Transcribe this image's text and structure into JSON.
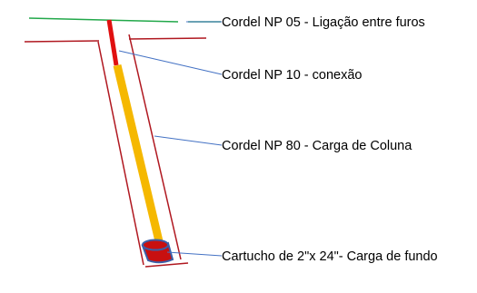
{
  "labels": {
    "detonating_cord_np05": "Cordel NP 05 - Ligação entre furos",
    "detonating_cord_np10": "Cordel NP 10 - conexão",
    "detonating_cord_np80": "Cordel NP 80 - Carga de Coluna",
    "bottom_cartridge": "Cartucho de 2\"x 24\"- Carga de fundo"
  },
  "colors": {
    "surface_cord": "#22a84a",
    "borehole_wall": "#b01820",
    "connection_cord": "#e01010",
    "column_charge": "#f5b800",
    "cartridge_outline": "#3a5fa8",
    "cartridge_fill": "#c81010",
    "leader_line": "#4472c4"
  }
}
